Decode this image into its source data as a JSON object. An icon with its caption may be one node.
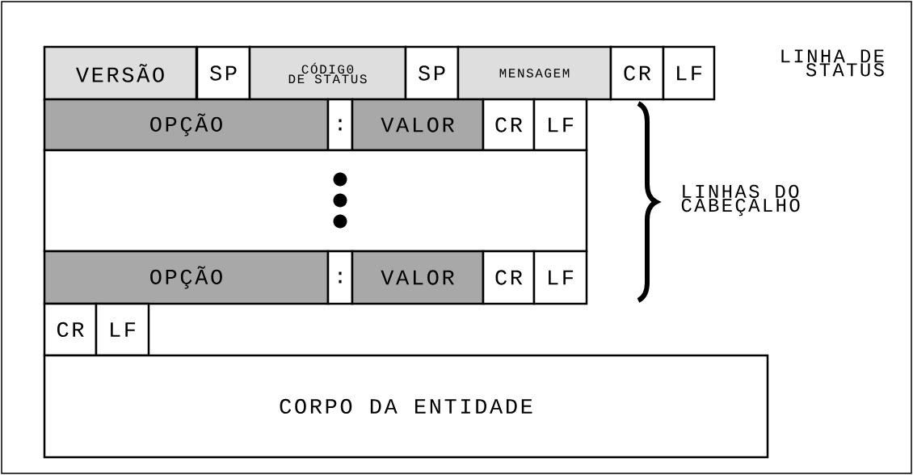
{
  "diagram": {
    "nodes": [
      {
        "text": [
          "VERSÃO"
        ]
      },
      {
        "text": [
          "SP"
        ]
      },
      {
        "text": [
          "CÓDIG0 DE STATUS"
        ]
      },
      {
        "text": [
          "SP"
        ]
      },
      {
        "text": [
          "MENSAGEM"
        ]
      },
      {
        "text": [
          "CR"
        ]
      },
      {
        "text": [
          "LF"
        ]
      },
      {
        "text": [
          "OPÇÃO"
        ]
      },
      {
        "text": [
          ":"
        ]
      },
      {
        "text": [
          "VALOR"
        ]
      },
      {
        "text": [
          "CR"
        ]
      },
      {
        "text": [
          "LF"
        ]
      },
      {
        "text": [],
        "shape": "box"
      },
      {
        "text": [
          "OPÇÃO"
        ]
      },
      {
        "text": [
          ":"
        ]
      },
      {
        "text": [
          "VALOR"
        ]
      },
      {
        "text": [
          "CR"
        ]
      },
      {
        "text": [
          "LF"
        ]
      },
      {
        "text": [
          "CR"
        ]
      },
      {
        "text": [
          "LF"
        ]
      },
      {
        "text": [
          "CORPO DA ENTIDADE"
        ]
      }
    ],
    "labels": [
      "LINHA DE STATUS",
      "LINHAS DO CABEÇALHO"
    ]
  }
}
